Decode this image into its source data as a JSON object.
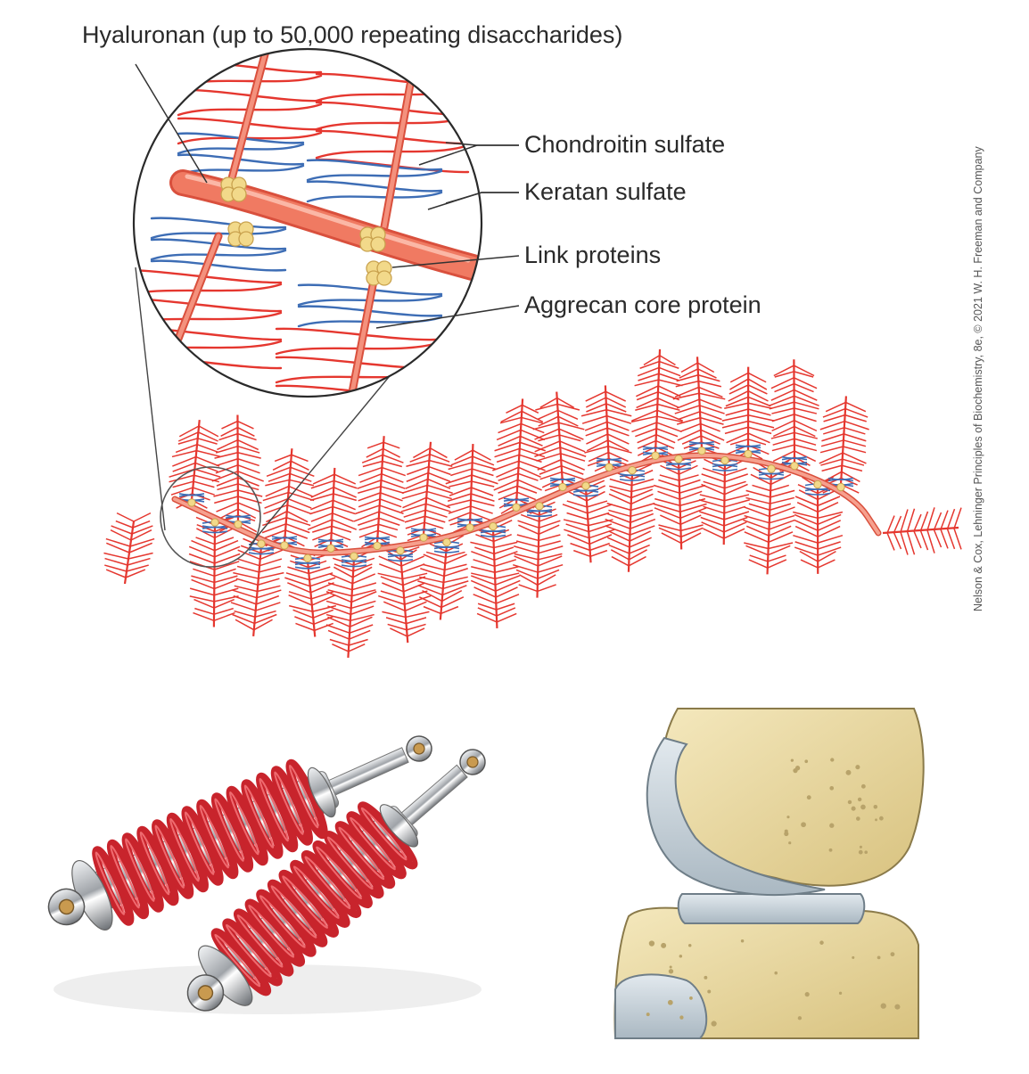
{
  "labels": {
    "hyaluronan": "Hyaluronan (up to 50,000 repeating disaccharides)",
    "chondroitin": "Chondroitin sulfate",
    "keratan": "Keratan sulfate",
    "link_proteins": "Link proteins",
    "core_protein": "Aggrecan core protein"
  },
  "credit": "Nelson & Cox, Lehninger Principles of Biochemistry, 8e, © 2021 W. H. Freeman and Company",
  "colors": {
    "chondroitin": "#e5372f",
    "keratan": "#3d6db5",
    "hyaluronan": "#ef6b55",
    "link_protein": "#f2d98a",
    "spring": "#c8242c",
    "chrome": "#b9bcc1",
    "bone": "#ead9a0",
    "cartilage": "#c9d3da"
  },
  "icons": [
    "magnifier-circle",
    "shock-absorber",
    "knee-joint"
  ]
}
